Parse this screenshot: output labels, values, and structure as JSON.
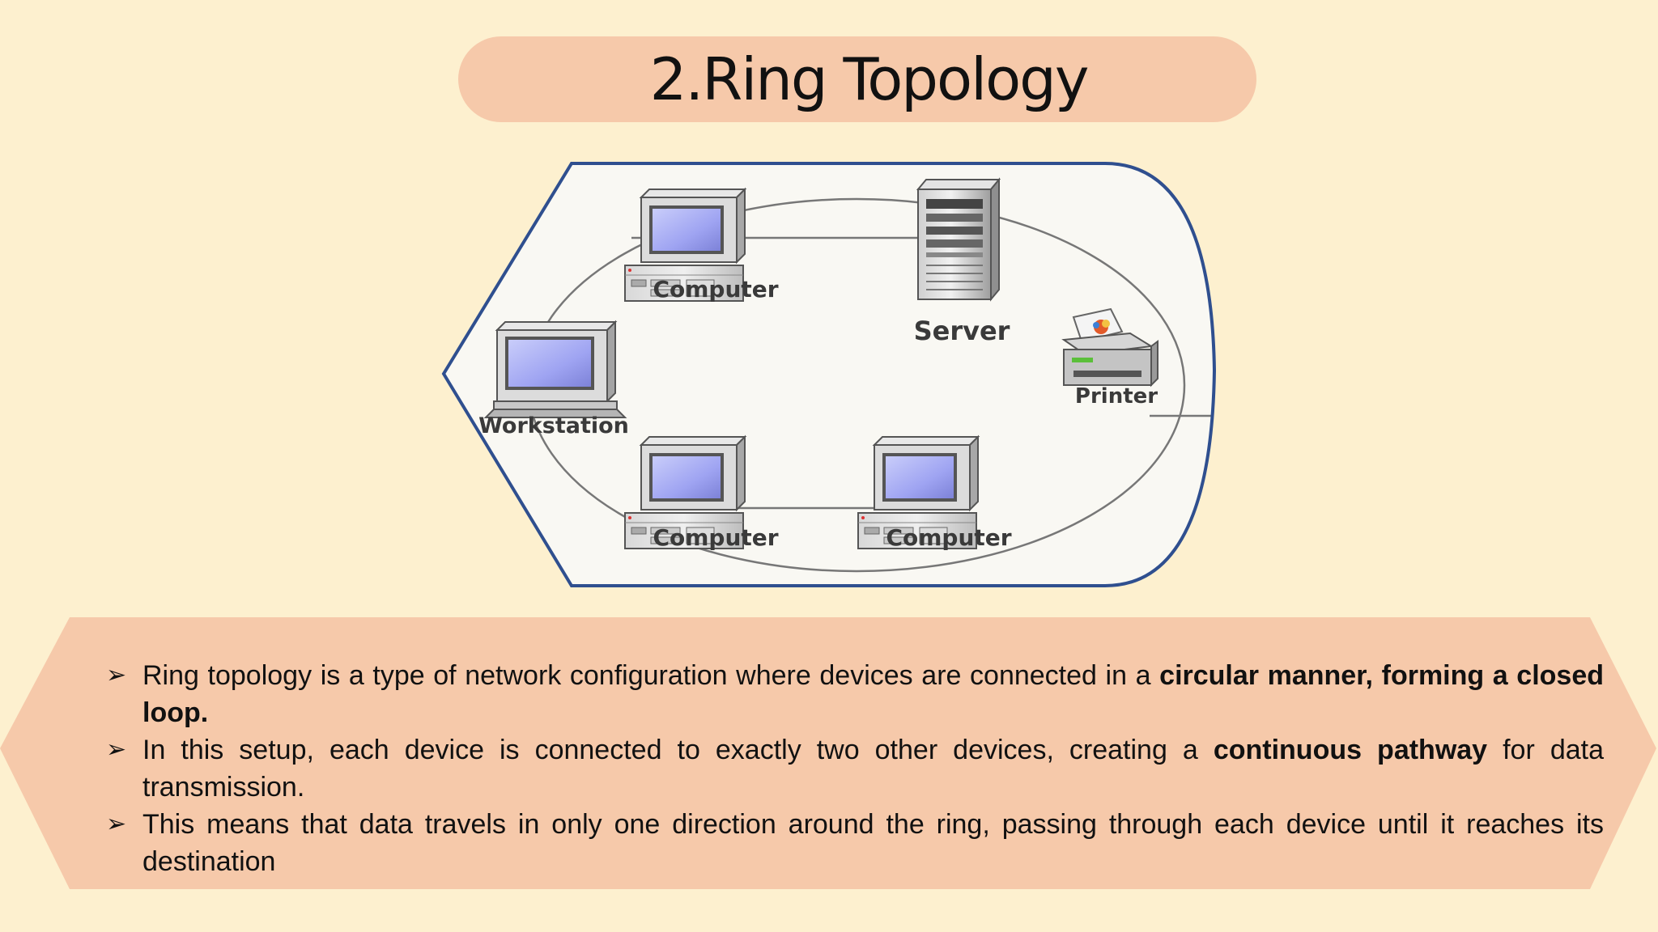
{
  "slide": {
    "title": "2.Ring Topology"
  },
  "diagram": {
    "devices": {
      "computer_top": "Computer",
      "server": "Server",
      "printer": "Printer",
      "workstation": "Workstation",
      "computer_bottom_left": "Computer",
      "computer_bottom_right": "Computer"
    }
  },
  "bullets": [
    {
      "marker": "➢",
      "parts": [
        {
          "text": "Ring topology is a type of network configuration where devices are connected in a ",
          "bold": false
        },
        {
          "text": "circular manner, forming a closed loop.",
          "bold": true
        }
      ]
    },
    {
      "marker": "➢",
      "parts": [
        {
          "text": "In this setup, each device is connected to exactly two other devices, creating a ",
          "bold": false
        },
        {
          "text": "continuous pathway",
          "bold": true
        },
        {
          "text": " for data transmission.",
          "bold": false
        }
      ]
    },
    {
      "marker": "➢",
      "parts": [
        {
          "text": "This means that data travels in only one direction around the ring, passing through each device until it reaches its destination",
          "bold": false
        }
      ]
    }
  ],
  "colors": {
    "background": "#fdf0cf",
    "accent_band": "#f6c9aa",
    "diagram_border": "#2f4f8f"
  }
}
